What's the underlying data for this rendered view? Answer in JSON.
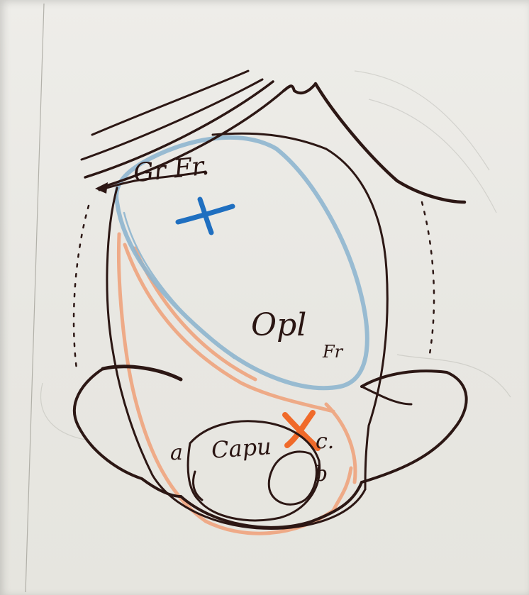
{
  "labels": {
    "gr_fr": "Gr Fr.",
    "opl": "Opl",
    "opl_fr": "Fr",
    "capu": "Capu",
    "a": "a",
    "c": "c.",
    "b": "b"
  },
  "colors": {
    "ink": "#2c1714",
    "blue_pencil": "#8fb6cf",
    "blue_cross": "#1f6fc0",
    "orange_pencil": "#f0a078",
    "orange_cross": "#f06a2a",
    "paper": "#ecebe6"
  }
}
